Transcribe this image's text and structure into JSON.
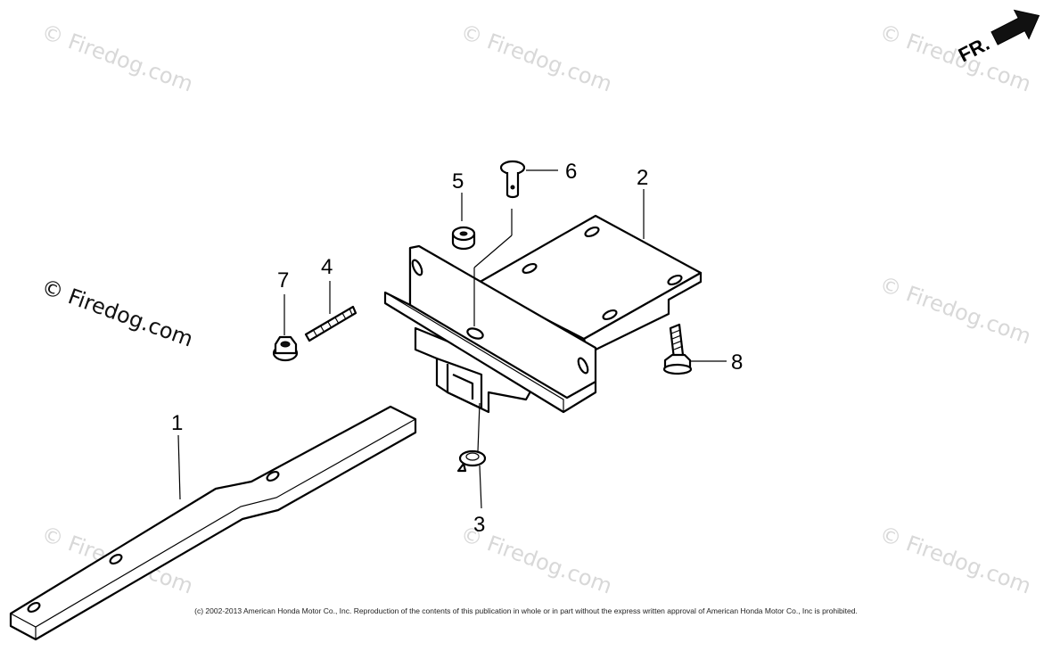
{
  "watermarks": {
    "mark": "© Firedog.com",
    "mark_main": "© Firedog.com"
  },
  "direction_label": "FR.",
  "callouts": {
    "p1": "1",
    "p2": "2",
    "p3": "3",
    "p4": "4",
    "p5": "5",
    "p6": "6",
    "p7": "7",
    "p8": "8"
  },
  "copyright": "(c) 2002-2013 American Honda Motor Co., Inc. Reproduction of the contents of this publication in whole or in part without the express written approval of American Honda Motor Co., Inc is prohibited."
}
